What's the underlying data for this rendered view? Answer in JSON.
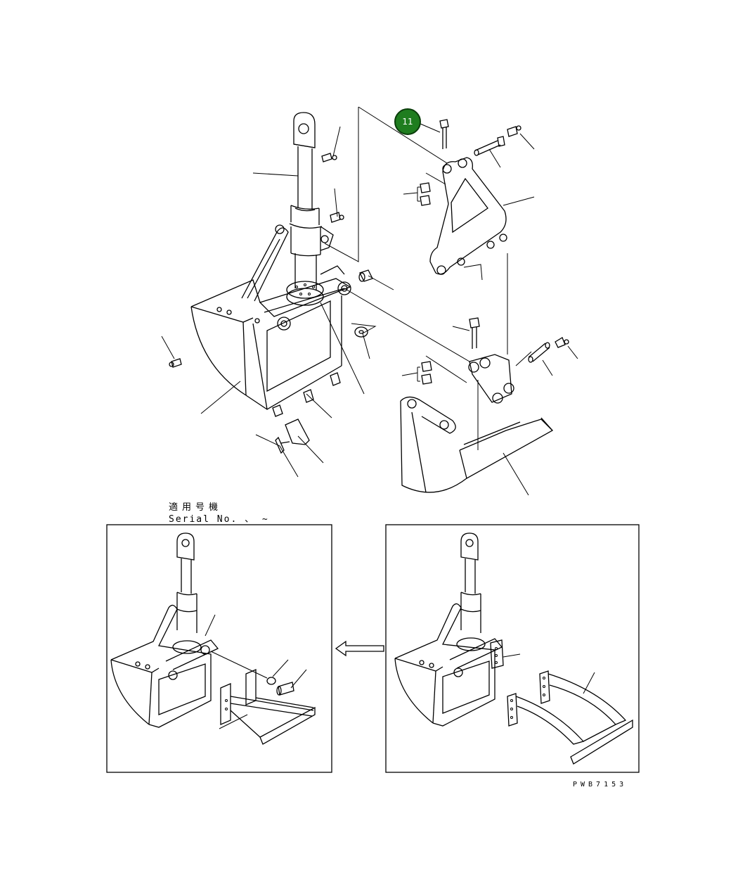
{
  "callouts": [
    {
      "number": "11",
      "color": "#1f7d1f"
    }
  ],
  "labels": {
    "applicable_jp": "適用号機",
    "serial_no": "Serial No.  、 ~"
  },
  "drawing_code": "PWB7153",
  "arrow_direction": "left"
}
